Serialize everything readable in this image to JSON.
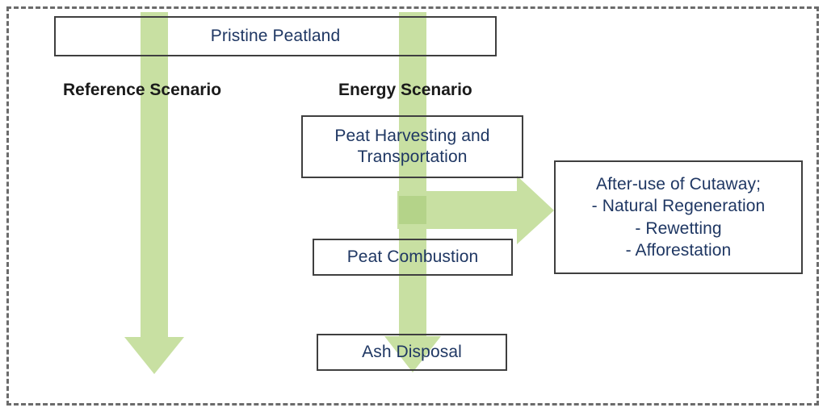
{
  "diagram": {
    "title_text": "Peat energy life-cycle scenario flow diagram",
    "frame": {
      "style": "dashed-rectangle"
    },
    "colors": {
      "arrow_green": "#c8e0a2",
      "arrow_green_overlap": "#b4d389",
      "box_border": "#3f3f3f",
      "box_text": "#1f3763",
      "label_text": "#1a1a1a",
      "frame_dash": "#6b6b6b",
      "background": "#ffffff"
    },
    "labels": {
      "reference_scenario": "Reference Scenario",
      "energy_scenario": "Energy Scenario"
    },
    "boxes": {
      "pristine": "Pristine Peatland",
      "harvest_line1": "Peat Harvesting and",
      "harvest_line2": "Transportation",
      "combustion": "Peat Combustion",
      "ash": "Ash Disposal",
      "afteruse_line1": "After-use of Cutaway;",
      "afteruse_line2": "- Natural Regeneration",
      "afteruse_line3": "- Rewetting",
      "afteruse_line4": "- Afforestation"
    },
    "arrows": {
      "reference_down": "down-arrow-reference-scenario",
      "energy_down": "down-arrow-energy-scenario",
      "afteruse_right": "right-arrow-to-after-use"
    }
  }
}
